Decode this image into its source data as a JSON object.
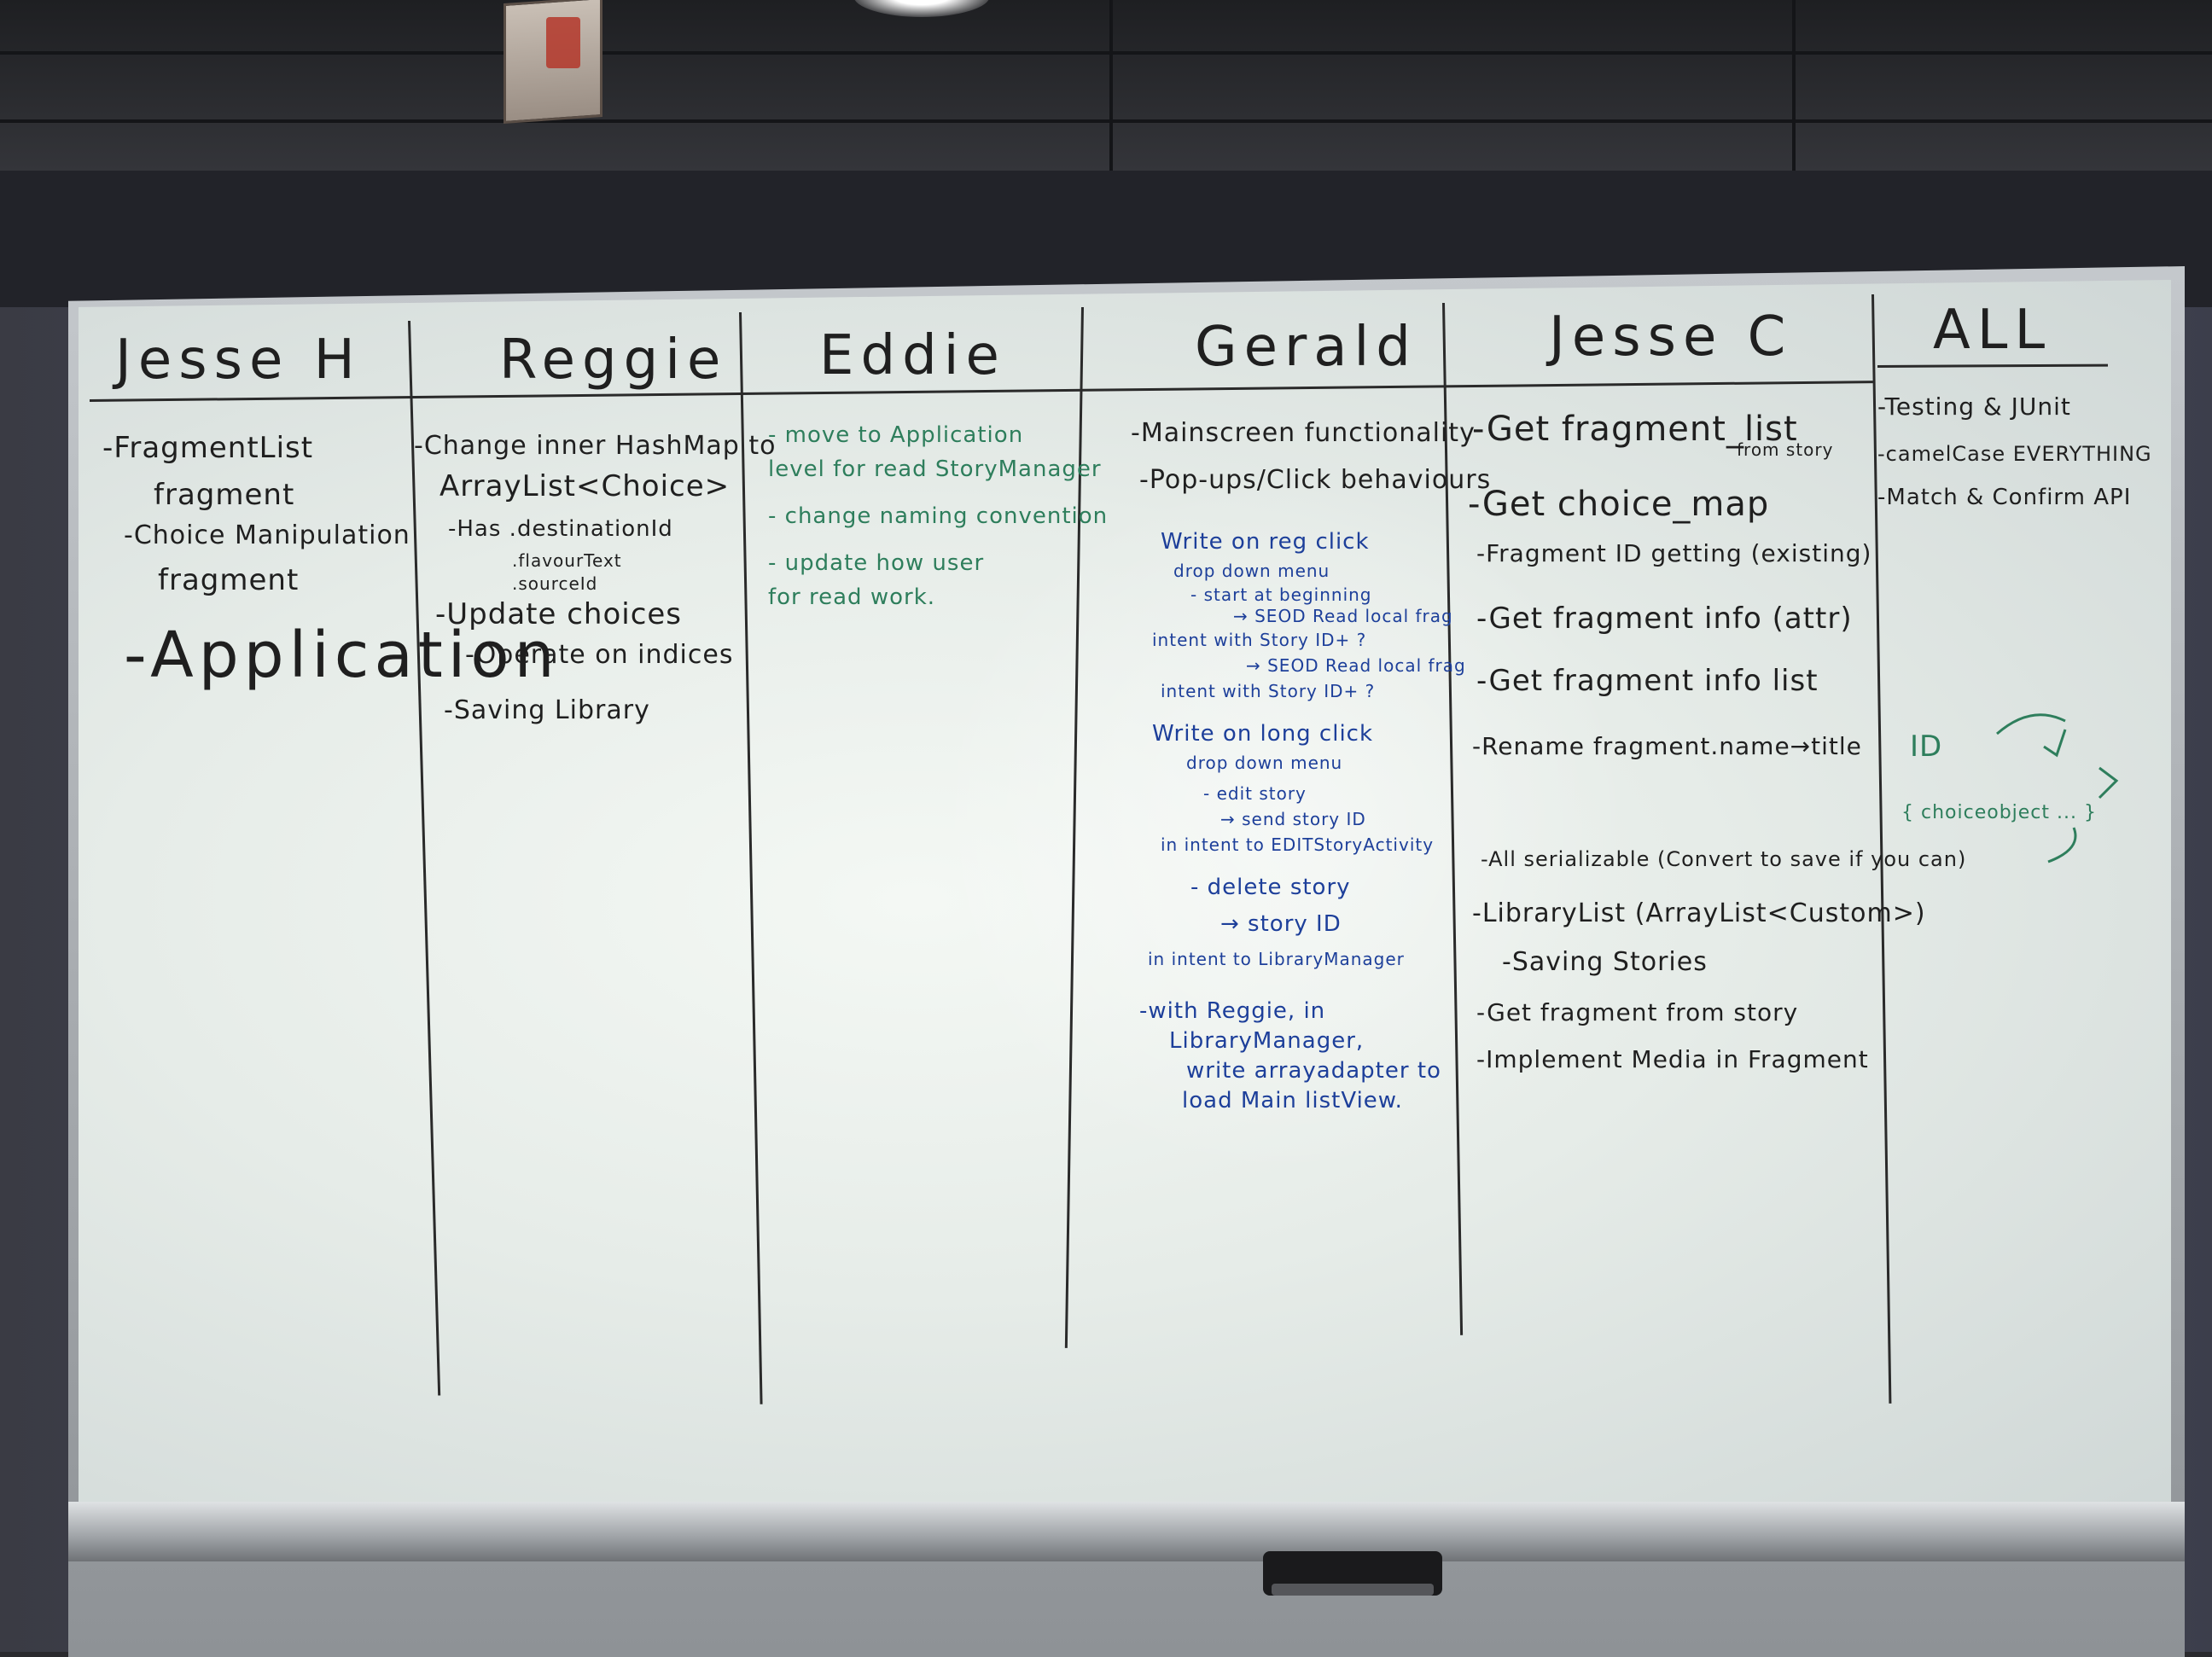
{
  "columns": [
    {
      "name": "Jesse H",
      "items": [
        "-FragmentList",
        "fragment",
        "-Choice Manipulation",
        "fragment",
        "-Application"
      ]
    },
    {
      "name": "Reggie",
      "items": [
        "-Change inner HashMap to",
        "ArrayList<Choice>",
        "-Has .destinationId",
        ".flavourText",
        ".sourceId",
        "-Update choices",
        "-Operate on indices",
        "-Saving Library"
      ]
    },
    {
      "name": "Eddie",
      "items": [
        "- move to Application",
        "level for read StoryManager",
        "- change naming convention",
        "- update how user",
        "for read work."
      ]
    },
    {
      "name": "Gerald",
      "items": [
        "-Mainscreen functionality",
        "-Pop-ups/Click behaviours"
      ],
      "blue_items": [
        "Write on reg click",
        "drop down menu",
        "- start at beginning",
        "→ SEOD Read local frag",
        "intent with Story ID+ ?",
        "→ SEOD Read local frag",
        "intent with Story ID+ ?",
        "Write on long click",
        "drop down menu",
        "- edit story",
        "→ send story ID",
        "in intent to EDITStoryActivity",
        "- delete story",
        "→ story ID",
        "in intent to LibraryManager",
        "-with Reggie, in",
        "LibraryManager,",
        "write arrayadapter to",
        "load Main listView."
      ]
    },
    {
      "name": "Jesse C",
      "items": [
        "-Get fragment_list",
        "from story",
        "-Get choice_map",
        "-Fragment ID getting (existing)",
        "-Get fragment info (attr)",
        "-Get fragment info list",
        "-Rename fragment.name→title",
        "-All serializable (Convert to save if you can)",
        "-LibraryList (ArrayList<Custom>)",
        "-Saving Stories",
        "-Get fragment from story",
        "-Implement Media in Fragment"
      ]
    },
    {
      "name": "ALL",
      "items": [
        "-Testing & JUnit",
        "-camelCase EVERYTHING",
        "-Match & Confirm API"
      ],
      "green_items": [
        "ID",
        "{ choiceobject ... }"
      ]
    }
  ],
  "colors": {
    "marker_black": "#1f1f1f",
    "marker_green": "#2e7e5c",
    "marker_blue": "#1d3f9a"
  }
}
